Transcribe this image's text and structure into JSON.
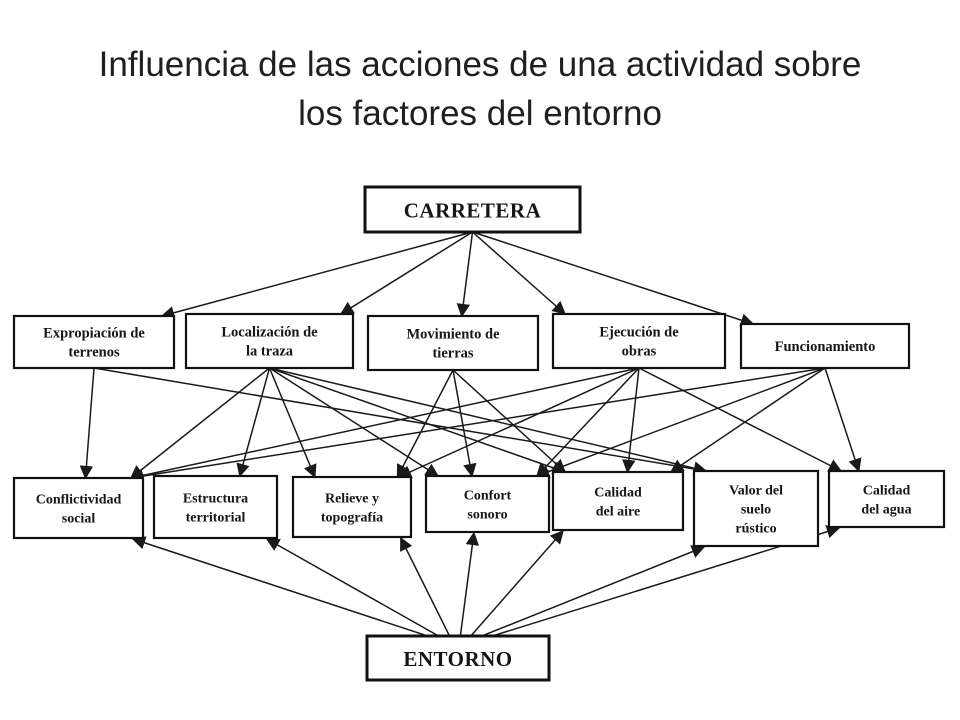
{
  "title_line1": "Influencia de las acciones de una actividad sobre",
  "title_line2": "los factores del entorno",
  "top": {
    "id": "carretera",
    "label": [
      "CARRETERA"
    ]
  },
  "actions": [
    {
      "id": "expropiacion",
      "label": [
        "Expropiación de",
        "terrenos"
      ]
    },
    {
      "id": "localizacion",
      "label": [
        "Localización de",
        "la traza"
      ]
    },
    {
      "id": "movimiento",
      "label": [
        "Movimiento de",
        "tierras"
      ]
    },
    {
      "id": "ejecucion",
      "label": [
        "Ejecución de",
        "obras"
      ]
    },
    {
      "id": "funcionamiento",
      "label": [
        "Funcionamiento"
      ]
    }
  ],
  "factors": [
    {
      "id": "conflictividad",
      "label": [
        "Conflictividad",
        "social"
      ]
    },
    {
      "id": "estructura",
      "label": [
        "Estructura",
        "territorial"
      ]
    },
    {
      "id": "relieve",
      "label": [
        "Relieve y",
        "topografía"
      ]
    },
    {
      "id": "confort",
      "label": [
        "Confort",
        "sonoro"
      ]
    },
    {
      "id": "calidad-aire",
      "label": [
        "Calidad",
        "del aire"
      ]
    },
    {
      "id": "valor-suelo",
      "label": [
        "Valor del",
        "suelo",
        "rústico"
      ]
    },
    {
      "id": "calidad-agua",
      "label": [
        "Calidad",
        "del agua"
      ]
    }
  ],
  "bottom": {
    "id": "entorno",
    "label": [
      "ENTORNO"
    ]
  },
  "edges": [
    [
      "carretera",
      "expropiacion"
    ],
    [
      "carretera",
      "localizacion"
    ],
    [
      "carretera",
      "movimiento"
    ],
    [
      "carretera",
      "ejecucion"
    ],
    [
      "carretera",
      "funcionamiento"
    ],
    [
      "expropiacion",
      "conflictividad"
    ],
    [
      "expropiacion",
      "valor-suelo"
    ],
    [
      "localizacion",
      "conflictividad"
    ],
    [
      "localizacion",
      "estructura"
    ],
    [
      "localizacion",
      "relieve"
    ],
    [
      "localizacion",
      "confort"
    ],
    [
      "localizacion",
      "calidad-aire"
    ],
    [
      "localizacion",
      "valor-suelo"
    ],
    [
      "movimiento",
      "relieve"
    ],
    [
      "movimiento",
      "confort"
    ],
    [
      "movimiento",
      "calidad-aire"
    ],
    [
      "ejecucion",
      "conflictividad"
    ],
    [
      "ejecucion",
      "relieve"
    ],
    [
      "ejecucion",
      "confort"
    ],
    [
      "ejecucion",
      "calidad-aire"
    ],
    [
      "ejecucion",
      "calidad-agua"
    ],
    [
      "funcionamiento",
      "conflictividad"
    ],
    [
      "funcionamiento",
      "confort"
    ],
    [
      "funcionamiento",
      "calidad-aire"
    ],
    [
      "funcionamiento",
      "calidad-agua"
    ],
    [
      "entorno",
      "conflictividad"
    ],
    [
      "entorno",
      "estructura"
    ],
    [
      "entorno",
      "relieve"
    ],
    [
      "entorno",
      "confort"
    ],
    [
      "entorno",
      "calidad-aire"
    ],
    [
      "entorno",
      "valor-suelo"
    ],
    [
      "entorno",
      "calidad-agua"
    ]
  ]
}
